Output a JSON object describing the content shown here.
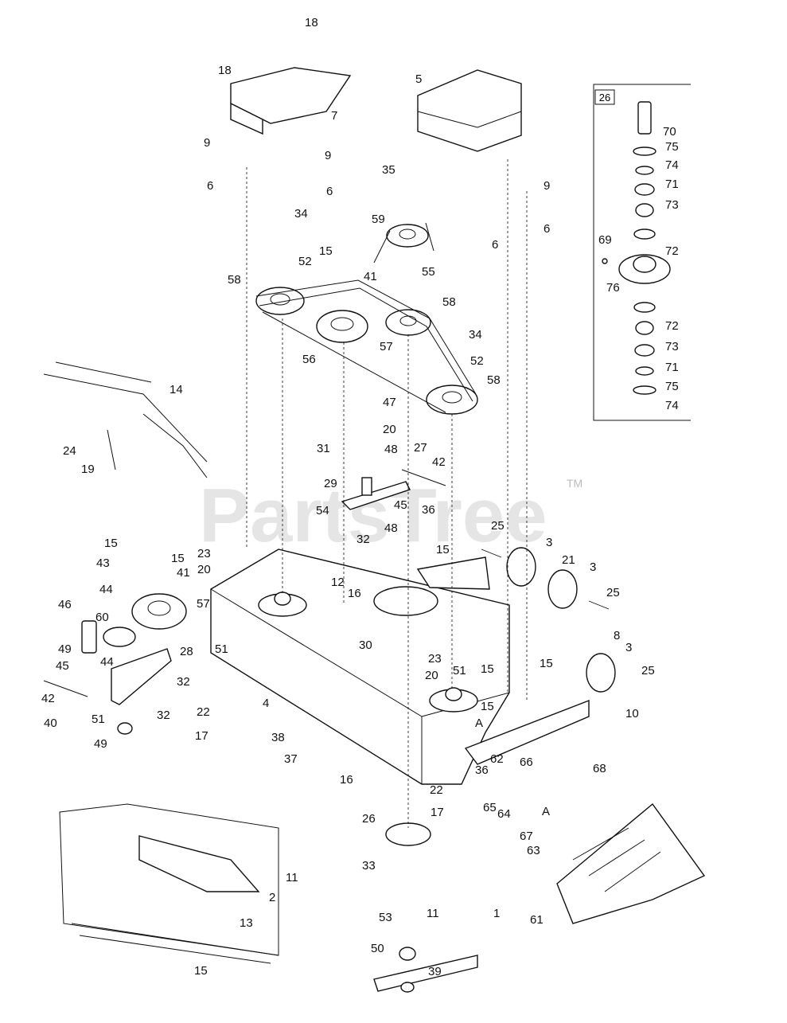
{
  "watermark": "PartsTree",
  "watermark_mark": "TM",
  "inset_label": "26",
  "section_marker": "A",
  "callouts": [
    "1",
    "2",
    "3",
    "4",
    "5",
    "6",
    "7",
    "8",
    "9",
    "10",
    "11",
    "12",
    "13",
    "14",
    "15",
    "16",
    "17",
    "18",
    "19",
    "20",
    "21",
    "22",
    "23",
    "24",
    "25",
    "26",
    "27",
    "28",
    "29",
    "30",
    "31",
    "32",
    "33",
    "34",
    "35",
    "36",
    "37",
    "38",
    "39",
    "40",
    "41",
    "42",
    "43",
    "44",
    "45",
    "46",
    "47",
    "48",
    "49",
    "50",
    "51",
    "52",
    "53",
    "54",
    "55",
    "56",
    "57",
    "58",
    "59",
    "60",
    "61",
    "62",
    "63",
    "64",
    "65",
    "66",
    "67",
    "68",
    "69",
    "70",
    "71",
    "72",
    "73",
    "74",
    "75",
    "76"
  ]
}
